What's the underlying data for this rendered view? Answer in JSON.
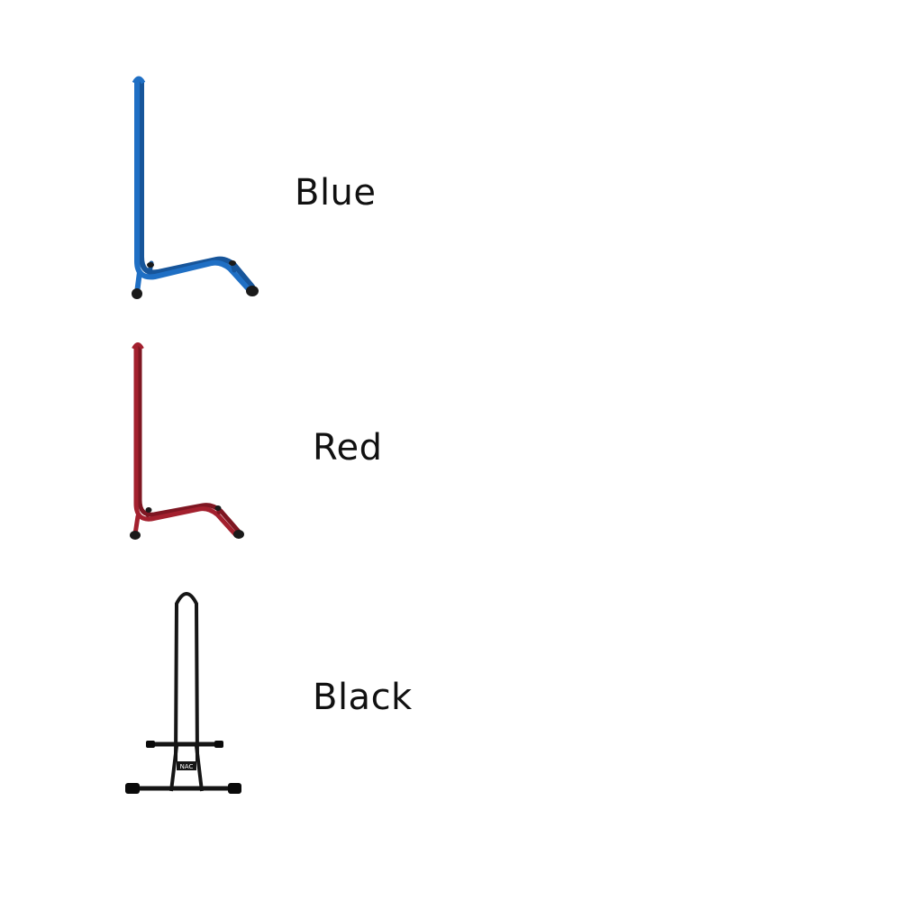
{
  "items": [
    {
      "label": "Blue",
      "color": "#1f6fc4",
      "shade": "#17559a",
      "foot": "#1a1a1a"
    },
    {
      "label": "Red",
      "color": "#a3202e",
      "shade": "#7e1622",
      "foot": "#1a1a1a"
    },
    {
      "label": "Black",
      "color": "#151515",
      "shade": "#000000",
      "foot": "#0a0a0a",
      "badge": "NAC"
    }
  ]
}
